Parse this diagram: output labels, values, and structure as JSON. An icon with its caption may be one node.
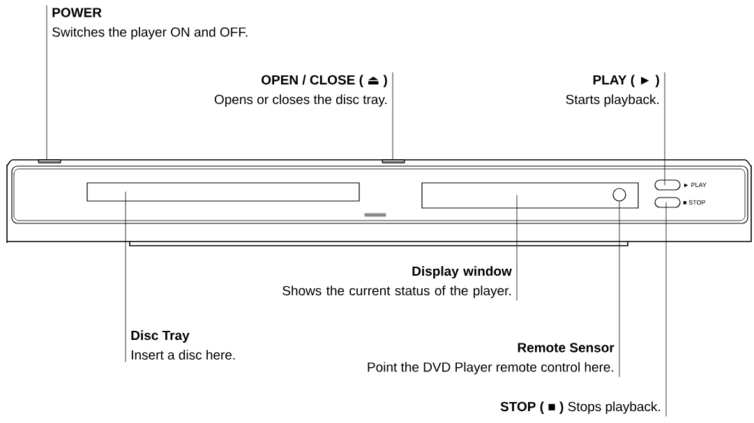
{
  "diagram": {
    "nodes": [
      {
        "text": [
          "POWER",
          "Switches the player ON and OFF."
        ]
      },
      {
        "text": [],
        "shape": "box"
      },
      {
        "text": [
          "OPEN / CLOSE ( ⏏ )",
          "Opens or closes the disc tray."
        ]
      },
      {
        "text": [],
        "shape": "box"
      },
      {
        "text": [
          "PLAY ( ► )",
          "Starts playback."
        ]
      },
      {
        "text": [],
        "shape": "box"
      },
      {
        "text": [],
        "shape": "box"
      },
      {
        "text": [],
        "shape": "circle",
        "in": 6
      },
      {
        "text": [],
        "shape": "box"
      },
      {
        "text": [],
        "shape": "box"
      },
      {
        "text": [
          "Display window",
          "Shows the current status of the player."
        ]
      },
      {
        "text": [
          "Disc Tray",
          "Insert a disc here."
        ]
      },
      {
        "text": [
          "Remote Sensor",
          "Point the DVD Player remote control here."
        ]
      },
      {
        "text": [
          "STOP ( ■ )",
          "Stops playback."
        ]
      }
    ],
    "edges": [
      {
        "from": 0,
        "to": 1,
        "arrow": "none"
      },
      {
        "from": 2,
        "to": 3,
        "arrow": "none"
      },
      {
        "from": 4,
        "to": 8,
        "arrow": "none"
      },
      {
        "from": 10,
        "to": 6,
        "arrow": "none"
      },
      {
        "from": 11,
        "to": 5,
        "arrow": "none"
      },
      {
        "from": 12,
        "to": 7,
        "arrow": "none"
      },
      {
        "from": 13,
        "to": 9,
        "arrow": "none"
      }
    ],
    "labels": [
      "► PLAY",
      "■ STOP"
    ]
  }
}
